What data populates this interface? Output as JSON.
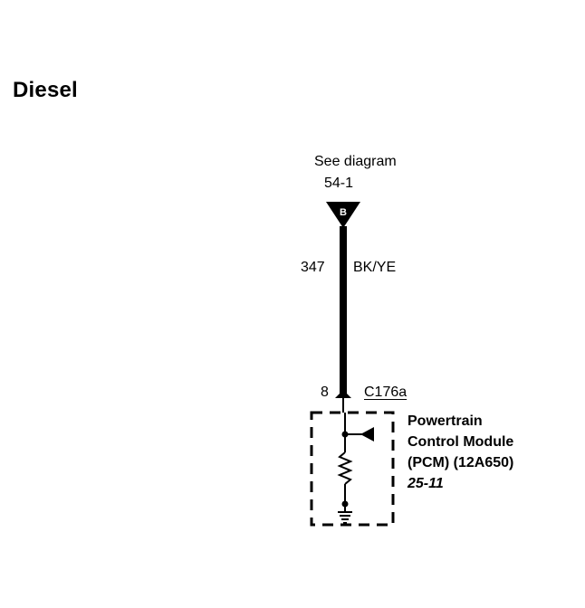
{
  "title": "Diesel",
  "reference": {
    "line1": "See diagram",
    "line2": "54-1",
    "marker": "B"
  },
  "wire": {
    "circuit": "347",
    "color": "BK/YE"
  },
  "connector": {
    "pin": "8",
    "id": "C176a"
  },
  "module": {
    "line1": "Powertrain",
    "line2": "Control Module",
    "line3": "(PCM) (12A650)",
    "page": "25-11"
  },
  "colors": {
    "line": "#000000",
    "background": "#ffffff"
  }
}
